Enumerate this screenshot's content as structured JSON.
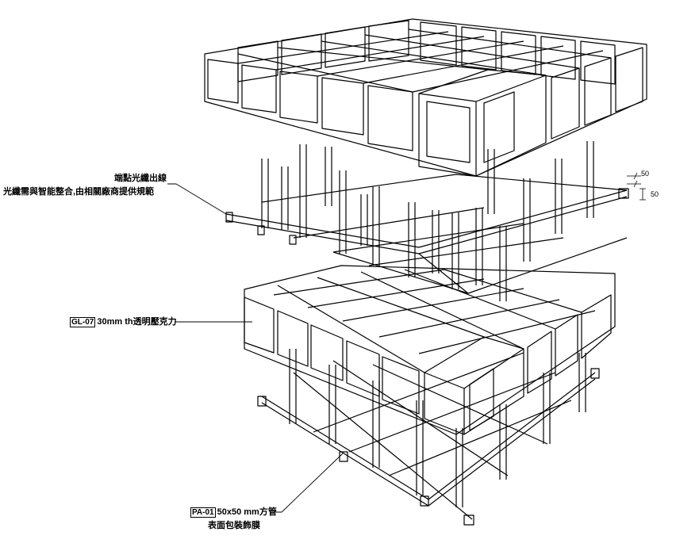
{
  "annotations": {
    "fiber": {
      "line1": "端點光纖出線",
      "line2": "光纖需與智能整合,由相關廠商提供規範"
    },
    "acrylic": {
      "code": "GL-07",
      "text": "30mm th透明壓克力"
    },
    "tube": {
      "code": "PA-01",
      "line1": "50x50 mm方管",
      "line2": "表面包裝飾膜"
    }
  },
  "dimensions": {
    "top": "50",
    "side": "50"
  }
}
